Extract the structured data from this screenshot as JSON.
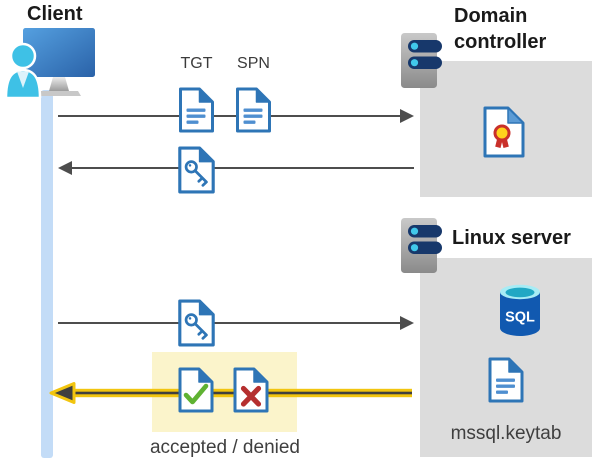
{
  "diagram": {
    "client": {
      "label": "Client"
    },
    "domain_controller": {
      "label": "Domain controller"
    },
    "linux_server": {
      "label": "Linux server"
    },
    "tickets": {
      "tgt": "TGT",
      "spn": "SPN"
    },
    "sql_label": "SQL",
    "keytab_label": "mssql.keytab",
    "result_label": "accepted / denied"
  },
  "colors": {
    "doc_border_blue": "#2e75b6",
    "doc_line_blue": "#4f8fd0",
    "fold_light_blue": "#5b9bd5",
    "timeline_blue": "#c3dcf7",
    "arrow_gray": "#4d4d4d",
    "arrow_yellow": "#f2c50f",
    "arrow_dark_core": "#3f3f3f",
    "highlight_yellow_bg": "#fbf4cb",
    "box_gray": "#dcdcdc",
    "person_cyan": "#3ec1e6",
    "server_pill_navy": "#17386b",
    "server_dot_cyan": "#41c8ea",
    "check_green": "#5fb232",
    "cross_red": "#b52f2f",
    "sql_cylinder_blue": "#1159b0",
    "cert_seal_yellow": "#ffd21c",
    "cert_seal_red": "#c9302a"
  }
}
